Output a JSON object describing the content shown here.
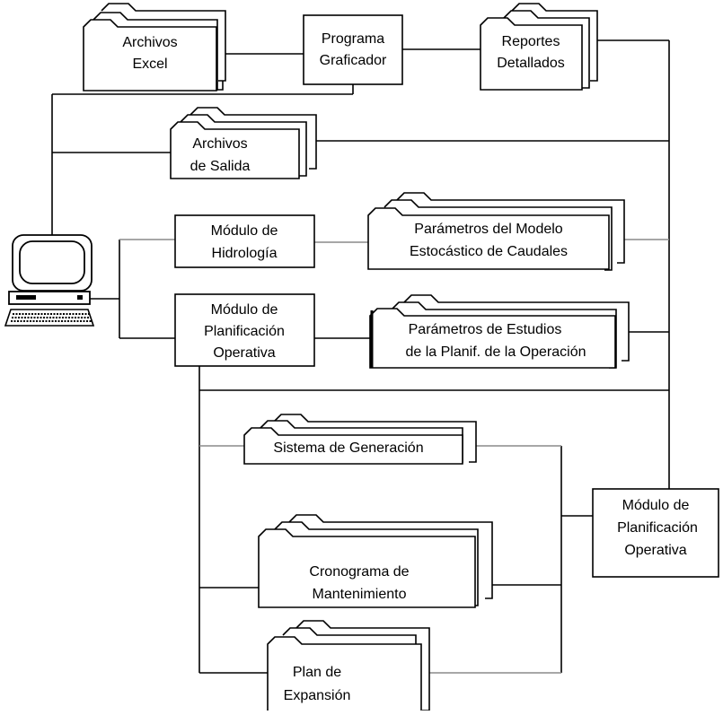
{
  "nodes": {
    "archivos_excel": [
      "Archivos",
      "Excel"
    ],
    "programa_graficador": [
      "Programa",
      "Graficador"
    ],
    "reportes_detallados": [
      "Reportes",
      "Detallados"
    ],
    "archivos_salida": [
      "Archivos",
      "de Salida"
    ],
    "modulo_hidrologia": [
      "Módulo de",
      "Hidrología"
    ],
    "parametros_modelo": [
      "Parámetros del Modelo",
      "Estocástico de Caudales"
    ],
    "modulo_planificacion_1": [
      "Módulo de",
      "Planificación",
      "Operativa"
    ],
    "parametros_estudios": [
      "Parámetros de Estudios",
      "de la Planif. de la Operación"
    ],
    "sistema_generacion": [
      "Sistema de Generación"
    ],
    "modulo_planificacion_2": [
      "Módulo de",
      "Planificación",
      "Operativa"
    ],
    "cronograma": [
      "Cronograma de",
      "Mantenimiento"
    ],
    "plan_expansion": [
      "Plan de",
      "Expansión"
    ]
  },
  "colors": {
    "line": "#000000",
    "gray_line": "#8a8a8a",
    "background": "#ffffff"
  }
}
